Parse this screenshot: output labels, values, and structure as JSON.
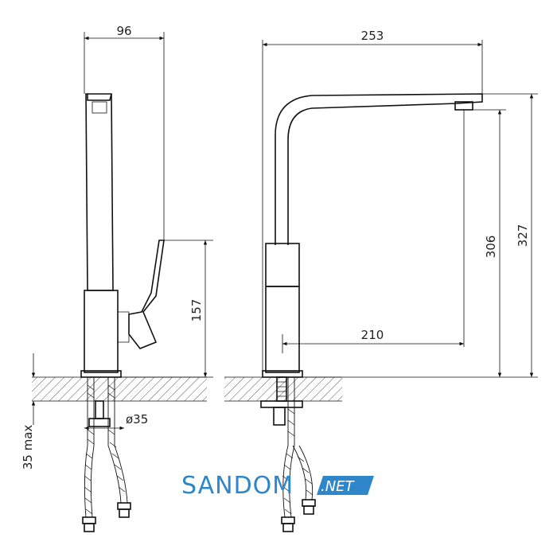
{
  "dimensions": {
    "side_width": "96",
    "side_handle_height": "157",
    "front_reach": "253",
    "front_spout_height": "306",
    "front_total_height": "327",
    "front_spout_reach": "210",
    "hole_diameter": "ø35",
    "max_deck_thickness": "35 max"
  },
  "watermark": {
    "brand": "SANDOM",
    "suffix": ".NET"
  },
  "colors": {
    "line": "#111111",
    "watermark_blue": "#2f86c9"
  }
}
